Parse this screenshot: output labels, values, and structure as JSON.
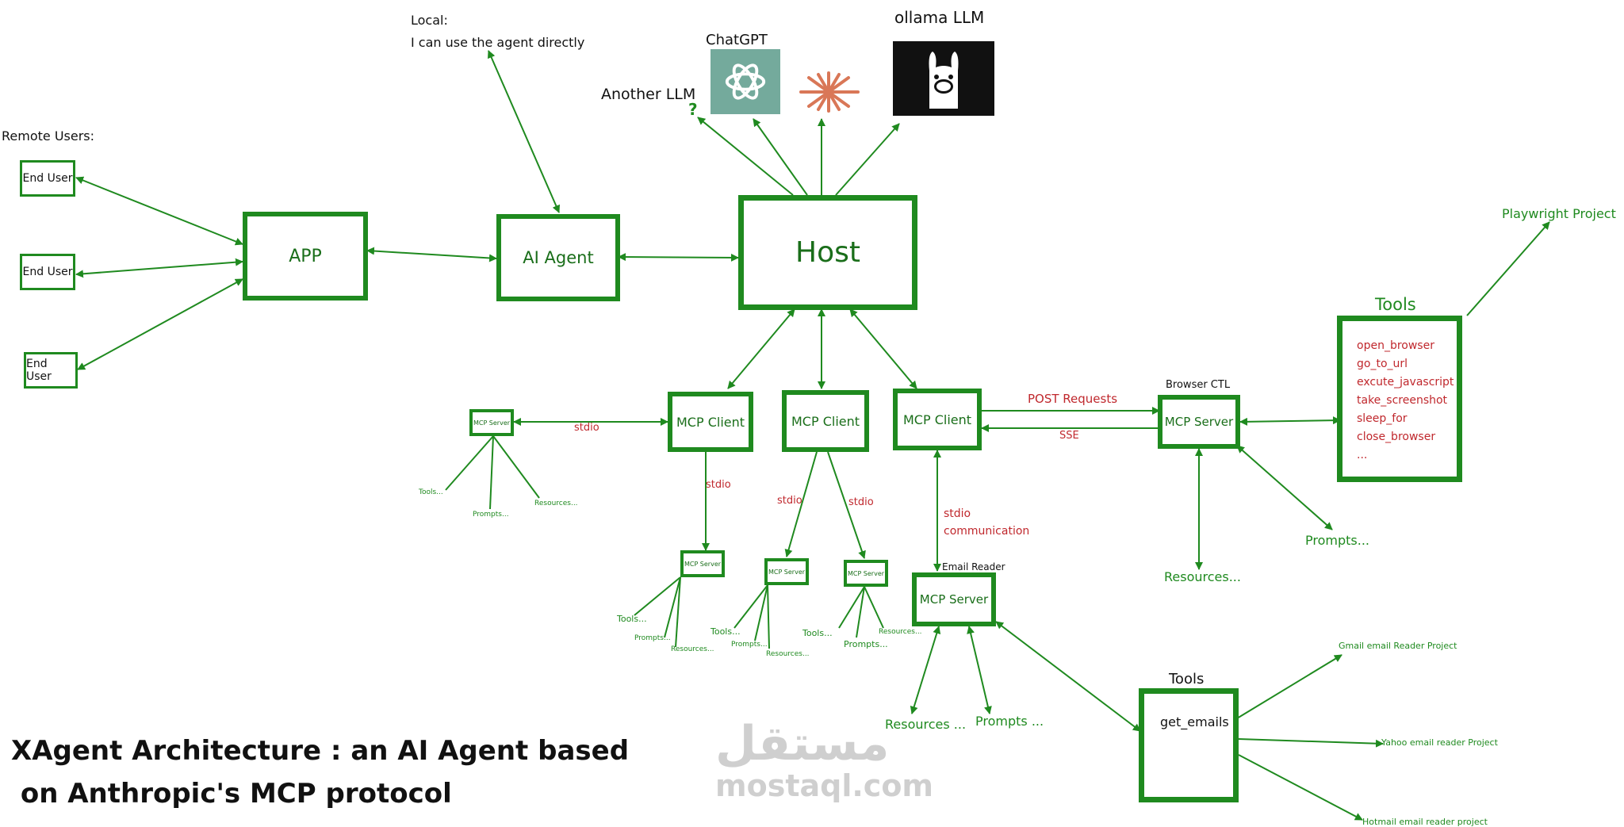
{
  "diagram": {
    "title_line1": "XAgent Architecture : an AI Agent based",
    "title_line2": " on Anthropic's MCP protocol",
    "watermark_ar": "مستقل",
    "watermark_en": "mostaql.com",
    "remote_users_label": "Remote Users:",
    "end_user_1": "End User",
    "end_user_2": "End User",
    "end_user_3": "End User",
    "app": "APP",
    "ai_agent": "AI Agent",
    "host": "Host",
    "local_label": "Local:",
    "local_text": "I can use the agent directly",
    "llms": {
      "another": "Another LLM",
      "another_mark": "?",
      "chatgpt": "ChatGPT",
      "claude": "Claude",
      "ollama": "ollama LLM"
    },
    "mcp_client_1": "MCP Client",
    "mcp_client_2": "MCP Client",
    "mcp_client_3": "MCP Client",
    "mcp_server_small": "MCP Server",
    "stdio": "stdio",
    "stdio_communication_1": "stdio",
    "stdio_communication_2": "communication",
    "post_requests": "POST Requests",
    "sse": "SSE",
    "browser_ctl": "Browser CTL",
    "browser_server": "MCP Server",
    "email_reader": "Email Reader",
    "email_server": "MCP Server",
    "tools_ellipsis": "Tools...",
    "prompts_ellipsis": "Prompts...",
    "resources_ellipsis": "Resources...",
    "browser_prompts": "Prompts...",
    "browser_resources": "Resources...",
    "email_resources": "Resources ...",
    "email_prompts": "Prompts ...",
    "playwright_tools_title": "Tools",
    "playwright_tools": [
      "open_browser",
      "go_to_url",
      "excute_javascript",
      "take_screenshot",
      "sleep_for",
      "close_browser",
      "..."
    ],
    "playwright_project": "Playwright Project",
    "email_tools_title": "Tools",
    "email_tool": "get_emails",
    "gmail_project": "Gmail email Reader Project",
    "yahoo_project": "Yahoo email reader Project",
    "hotmail_project": "Hotmail email reader project"
  },
  "colors": {
    "green": "#1f8a1f",
    "red": "#c0282d",
    "chatgpt_bg": "#74aa9c",
    "claude": "#d97757"
  }
}
